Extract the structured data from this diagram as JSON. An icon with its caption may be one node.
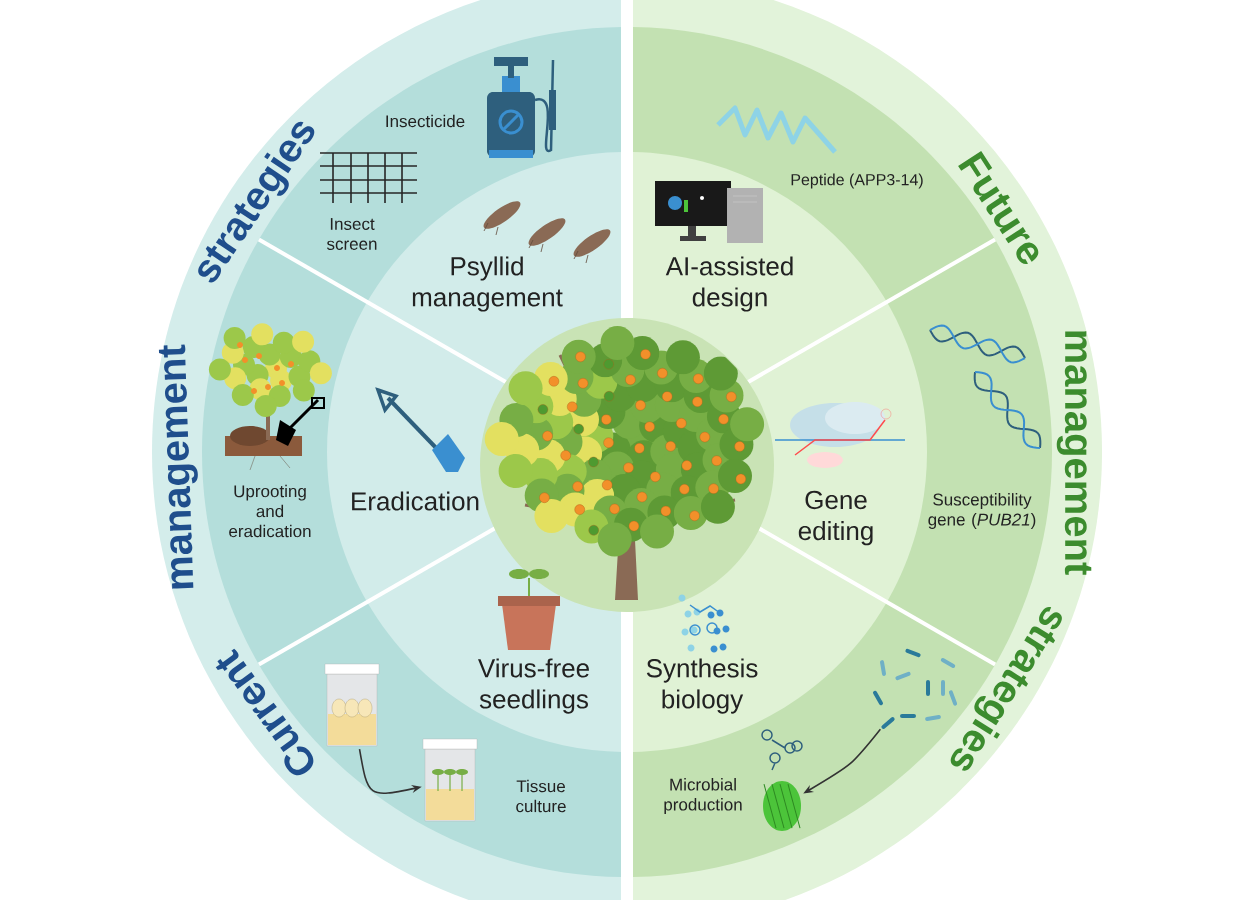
{
  "diagram": {
    "nodes": [
      {
        "text": [],
        "shape": "picture"
      },
      {
        "text": [],
        "shape": "picture",
        "beside": [
          "Tissue culture"
        ]
      },
      {
        "text": [],
        "shape": "picture"
      },
      {
        "text": [],
        "shape": "picture",
        "beside": [
          "Microbial production"
        ]
      }
    ],
    "edges": [
      {
        "from": 0,
        "to": 1,
        "arrow": "to"
      },
      {
        "from": 2,
        "to": 3,
        "arrow": "to"
      }
    ],
    "labels": [
      "Current",
      "management",
      "strategies",
      "Future",
      "management",
      "strategies",
      "Insecticide",
      "Insect screen",
      "Psyllid management",
      "Uprooting and eradication",
      "Eradication",
      "Virus-free seedlings",
      "Peptide (APP3-14)",
      "AI-assisted design",
      "Susceptibility gene (*PUB21*)",
      "Gene editing",
      "Synthesis biology"
    ]
  }
}
